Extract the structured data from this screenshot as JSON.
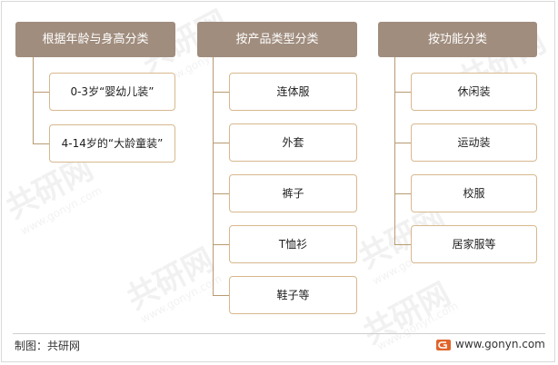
{
  "columns": [
    {
      "header": "根据年龄与身高分类",
      "items": [
        "0-3岁“婴幼儿装”",
        "4-14岁的“大龄童装”"
      ]
    },
    {
      "header": "按产品类型分类",
      "items": [
        "连体服",
        "外套",
        "裤子",
        "T恤衫",
        "鞋子等"
      ]
    },
    {
      "header": "按功能分类",
      "items": [
        "休闲装",
        "运动装",
        "校服",
        "居家服等"
      ]
    }
  ],
  "watermark": {
    "brand": "共研网",
    "url": "www.gonyn.com"
  },
  "footer": {
    "source": "制图：共研网",
    "site": "www.gonyn.com"
  },
  "colors": {
    "header_bg": "#a08d7e",
    "box_border": "#d7b88e",
    "connector": "#b89a72"
  }
}
